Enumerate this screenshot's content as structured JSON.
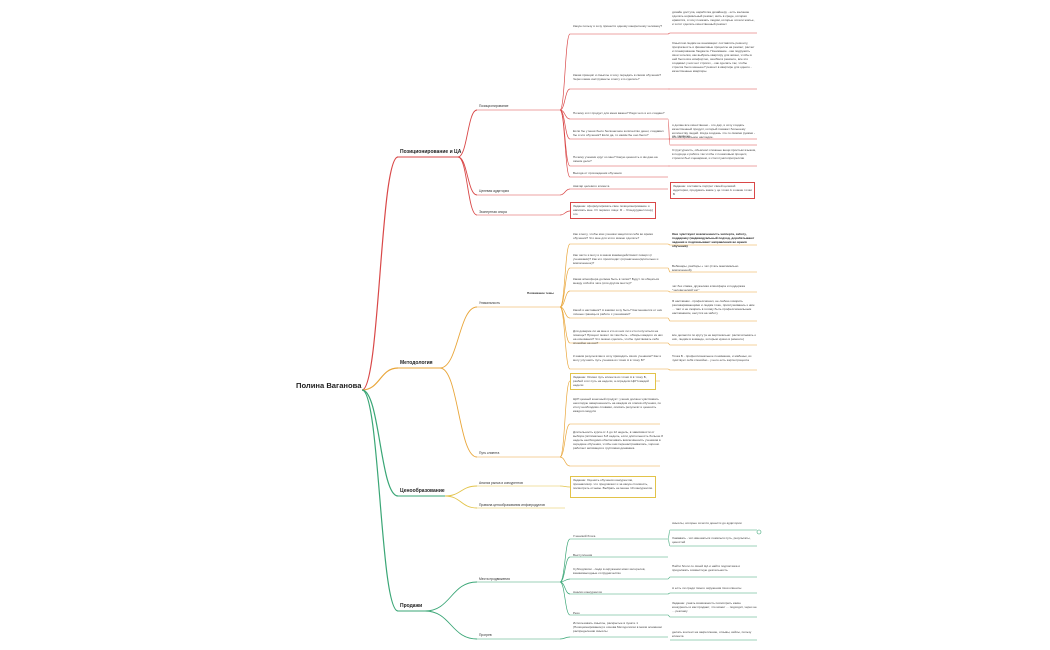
{
  "colors": {
    "red": "#d94848",
    "orange": "#e9a63a",
    "yellow": "#e2c34a",
    "green": "#3aa676",
    "root": "#222222"
  },
  "root": "Полина Ваганова",
  "branches": {
    "pos": "Позиционирование и ЦА",
    "method": "Методология",
    "price": "Ценообразование",
    "sales": "Продажи"
  },
  "pos": {
    "positioning": "Позиционирование",
    "audience": "Целевая аудитория",
    "expert": "Экспертная опора",
    "q1": "Какую пользу я хочу принести одному конкретному человеку?",
    "a1": "дизайн доступа, наработка дизайнеру - есть желание сделать нормальный ремонт, жить в среде, которая нравится, я хочу показать людям, которые хотели жилье, и хотят сделать качественный ремонт",
    "q2": "Какая принцип и смыслы я хочу передать в своём обучении? Через какие инструменты я могу это сделать?",
    "a2": "Смыслом людям не инновации: составлять ремонту, прозрачность и финансовые процессы на ремонт, расчет и планирование бюджета. Понимание - как подружить свои хотелки, как выбрать квартиру для жизни, чтобы в ней было все комфортно, ошибки в ремонте, все кто создавал у них нет строгих, - как сделать так, чтобы стресса было меньше? ремонт в квартире для одного - качественные квартиры.",
    "q3": "Почему этот продукт для меня важен? Ради чего я его создаю?",
    "a3": "я делаю все качественно - это дар, я хочу создать качественный продукт, который покажет большему количеству людей. Когда создашь что-то своими руками - это материальное наследие.",
    "q4": "Если бы у меня было бесконечное количество денег, создавал бы я эти обучения? Если да, то каким бы оно было?",
    "a4": "да, таким же",
    "q5": "Почему ученики идут ко мне? Какую ценность я им даю на самом деле?",
    "a5": "Структурность, обьяснил сложные вещи простым языком, в подходе к работе так чтобы с пошаговым процесс, строили был сценарием, и стал пунктопрогрессии",
    "q6": "Выгода от прохождения обучения",
    "avatar": "Аватар целевого клиента",
    "avatar_task": "Задание: составить портрет своей целевой аудитории, продумать какие у це точки А и какие точки Б",
    "expert_task": "Задание: сформулировать свое позиционирование и написать мне. От первого лица: Я ... Я веду(даю/ пишу) это"
  },
  "method": {
    "uniq": "Уникальность",
    "path": "Путь клиента",
    "heading": "Появившие темы",
    "q1": "Как я могу, чтобы мои ученики защитили себя во время обучения? Что мне для этого можно сделать?",
    "a1": "Они чувствуют вовлеченность эксперта, заботу, поддержку (индивидуальный подход, дорабатывают задания и подсказывают направления во время обучения)",
    "q2": "Как часто я могу и в каком взаимодействие/с поверх (с учениками)? Как это происходит (ограниченно/длительно и вовлеченное)?",
    "a2": "Вебинары, разборы + чат (стать максимально вовлеченной)",
    "q3": "Какая атмосфера должна быть в чатах? Будут ли общаться между собой в чате (или другом месте)?",
    "a3": "чат без спама, дружеская атмосфера и поддержка \"человеческий чат\"",
    "q4": "Какой я наставник? А какими хочу быть? Как меняются от них личные границы в работе с учениками?",
    "a4": "Я наставник - профессионал, не любою говорить разговаривающими и людям тоже, прислушиваюсь к ним ... такт и не сжирать в голову быть профессиональным наставником, несутся на заботу",
    "q5": "Для доверие ли на мне и кто из них ли и кто получиться на помощь? Процент может ли там быть - обзоры каждого из них на основании? Что можно сделать, чтобы чувствовать себя спокойно на оно?",
    "a5": "все делается по кругу (а не вертикально: распочитывать о них, людям в команде, которым нужно в ремонте)",
    "q6": "К каким результатам я хочу приводить своих учеников? Как я могу улучшить путь ученика из точки А в точку Б?",
    "a6": "Точка Б - профессиональное понимание, и мабеньк, из чувствует себя спокойно - у него есть карта процесса",
    "path_task": "Задание: Опиши путь клиента из точки А в точку Б, разбей этот путь на недели, а определи ЦКП каждой недели",
    "ckp": "ЦКП ценный конечный продукт: ученик должен чувствовать некоторую завершенность на каждом из этапов обучения, по итогу необходимо словами, описать результат и ценность каждого модуля",
    "duration": "Длительность курса от 4 до 12 недель, в зависимости от выбора (оптимально 6-8 недель, если длительность больше 8 недель необходимо обеспечивать вовлечённость учеников в середине обучения, чтобы они перенастраивались, хорошо работает активация и групповая динамика"
  },
  "price": {
    "market": "Анализ рынка и конкурентов",
    "rules": "Правила ценообразования инфопродуктов",
    "task": "Задание: Оценить обучения конкурентов, проанализир. что предлагают и за какую стоимость, посмотреть отзывы. Выбрать не менее 10 конкурентов."
  },
  "sales": {
    "places": "Места продвижения",
    "funnel": "Прогрев",
    "blog": "Ученикий блога",
    "blog_a1": "смыслы, которые хочется донести до аудитории",
    "blog_a2": "Хамавать - чёт-вмешаться ломаться путь, результаты, ценостей",
    "speech": "Выступления",
    "subs": "Субподписки - люди в окружении моих интересов, взаимовыгодные сотрудничество",
    "subs_a": "Найти блоги со своей ЦА и найти подписчика и продолжать совместную деятельность",
    "partners": "Анализ конкурентов",
    "partners_a": "А есть ли среди твоего окружения твои клиенты",
    "ads": "Реко",
    "ads_a": "Задание: узнать возможность посмотреть какие конкуренты и как продают, что может ... подходит, через не ... рекламу",
    "funnel_q": "Использовать смыслы, раскрытые в пункте 1 (Позиционирование) и основа Методологии в моём основном распределении смыслы",
    "funnel_a": "делать контент на закрепление, отзывы, кейсы, пользу клиента"
  }
}
